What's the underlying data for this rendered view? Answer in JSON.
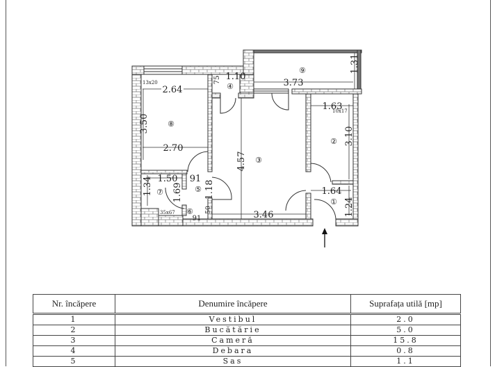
{
  "plan": {
    "rooms": [
      {
        "id": "1",
        "symbol": "①"
      },
      {
        "id": "2",
        "symbol": "②"
      },
      {
        "id": "3",
        "symbol": "③"
      },
      {
        "id": "4",
        "symbol": "④"
      },
      {
        "id": "5",
        "symbol": "⑤"
      },
      {
        "id": "6",
        "symbol": "⑥"
      },
      {
        "id": "7",
        "symbol": "⑦"
      },
      {
        "id": "8",
        "symbol": "⑧"
      },
      {
        "id": "9",
        "symbol": "⑨"
      }
    ],
    "dimensions": {
      "d264": "2.64",
      "d350": "3.50",
      "d270": "2.70",
      "d110": "1.10",
      "d75": "75",
      "d373": "3.73",
      "d131": "1.31",
      "d163": "1.63",
      "d310": "3.10",
      "d457": "4.57",
      "d150": "1.50",
      "d91a": "91",
      "d134": "1.34",
      "d169": "1.69",
      "d118": "1.18",
      "d164": "1.64",
      "d124": "1.24",
      "d50": "50",
      "d91b": "91",
      "d346": "3.46"
    },
    "openings": {
      "o1": "13x20",
      "o2": "10x17",
      "o3": "35x67"
    }
  },
  "table": {
    "headers": [
      "Nr. încăpere",
      "Denumire încăpere",
      "Suprafața utilă [mp]"
    ],
    "rows": [
      [
        "1",
        "Vestibul",
        "2.0"
      ],
      [
        "2",
        "Bucătărie",
        "5.0"
      ],
      [
        "3",
        "Cameră",
        "15.8"
      ],
      [
        "4",
        "Debara",
        "0.8"
      ],
      [
        "5",
        "Sas",
        "1.1"
      ]
    ]
  }
}
